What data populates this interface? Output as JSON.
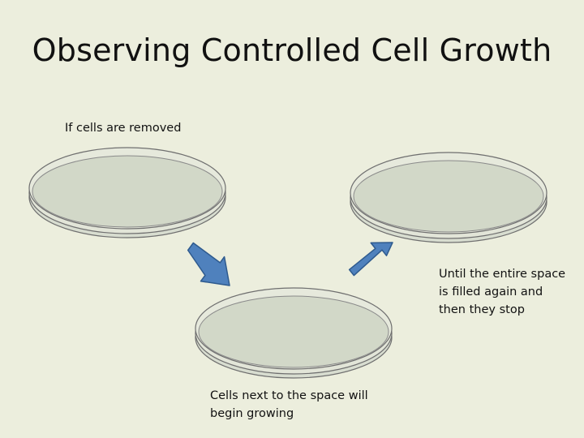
{
  "slide": {
    "title": "Observing Controlled Cell Growth",
    "captions": {
      "removed": "If cells are removed",
      "filled": "Until the entire space is filled again and then they stop",
      "growing": "Cells next to the space will begin growing"
    }
  },
  "colors": {
    "background": "#eceedd",
    "dish_fill": "#d2d8c8",
    "dish_rim": "#e6e9dc",
    "dish_stroke": "#6f6f6f",
    "arrow_fill": "#4f81bd",
    "arrow_stroke": "#2e5a8e"
  },
  "icons": [
    "petri-dish",
    "arrow-down-right",
    "arrow-up-right"
  ]
}
